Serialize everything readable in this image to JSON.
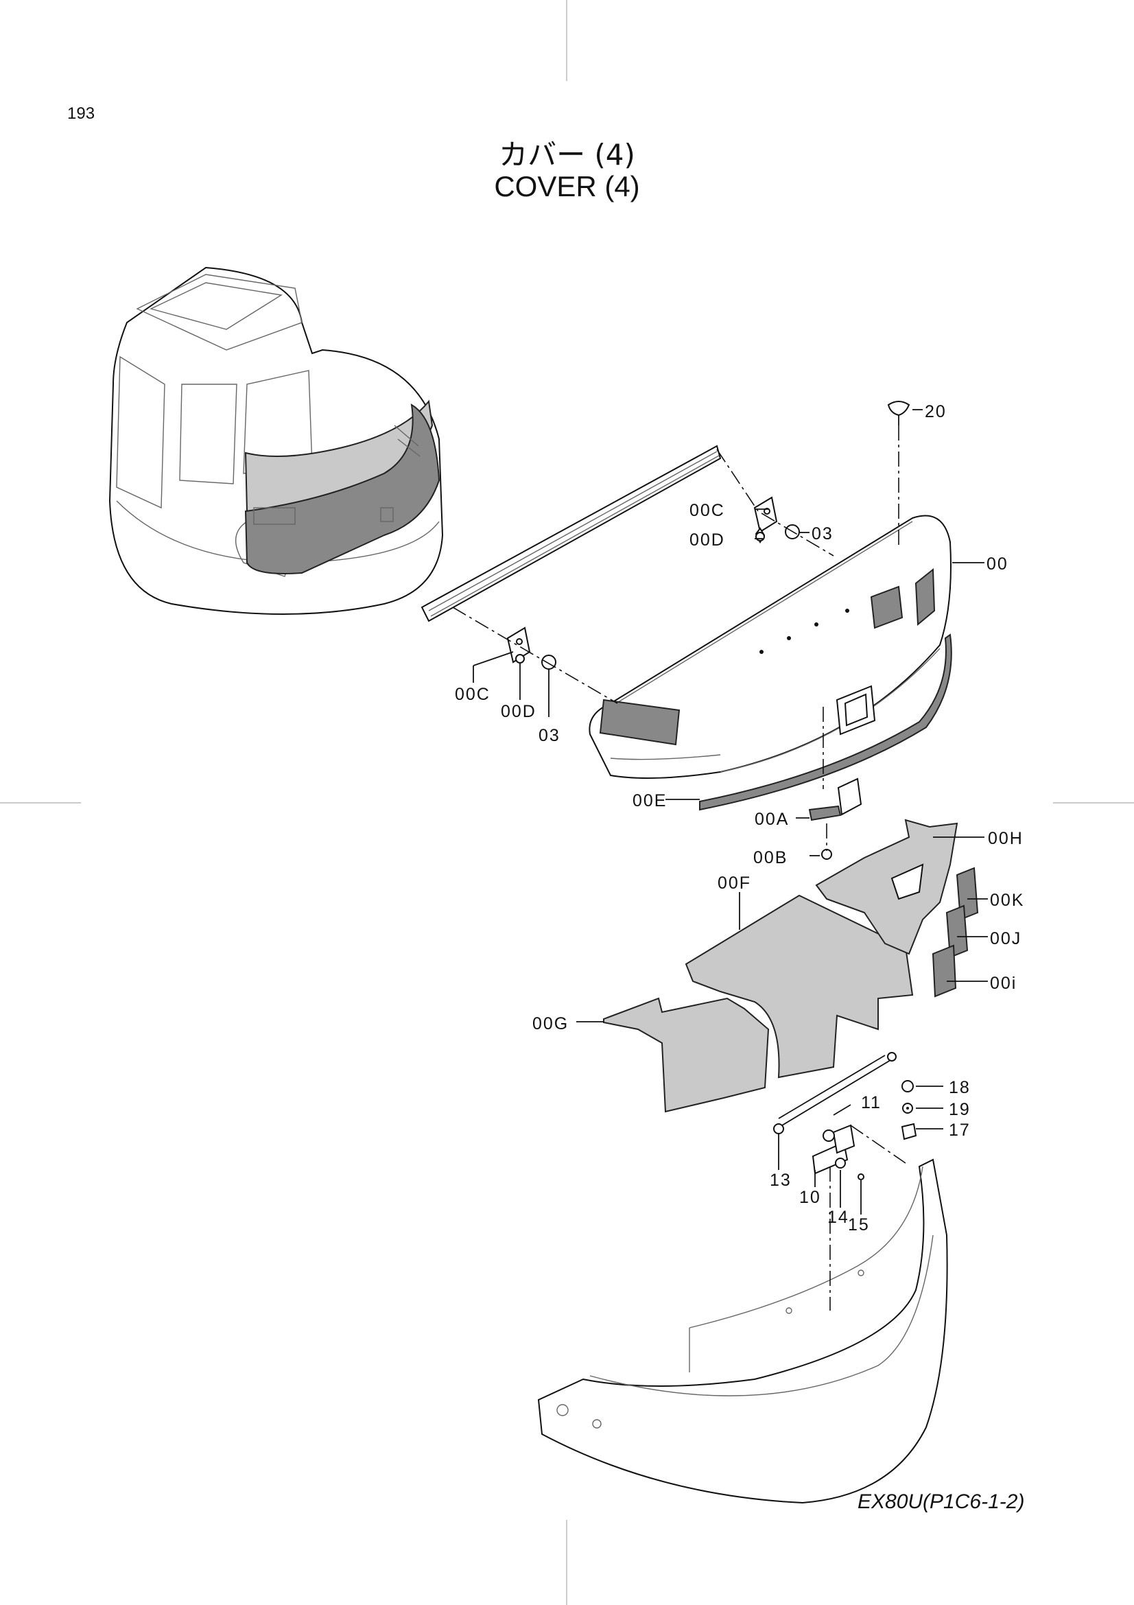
{
  "page_number": "193",
  "title_jp": "カバー (4)",
  "title_en": "COVER (4)",
  "doc_code": "EX80U(P1C6-1-2)",
  "callouts": {
    "c20": "20",
    "c00": "00",
    "c03a": "03",
    "c00C_top": "00C",
    "c00D_top": "00D",
    "c00C_left": "00C",
    "c00D_left": "00D",
    "c03b": "03",
    "c00E": "00E",
    "c00A": "00A",
    "c00B": "00B",
    "c00H": "00H",
    "c00F": "00F",
    "c00K": "00K",
    "c00J": "00J",
    "c00i": "00i",
    "c00G": "00G",
    "c18": "18",
    "c11": "11",
    "c19": "19",
    "c17": "17",
    "c13": "13",
    "c10": "10",
    "c14": "14",
    "c15": "15"
  }
}
